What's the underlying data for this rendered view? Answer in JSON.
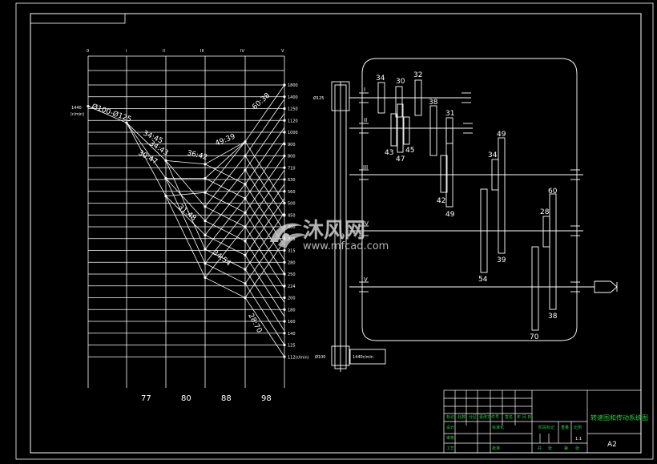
{
  "speed_chart": {
    "shaft_labels": [
      "0",
      "I",
      "II",
      "III",
      "IV",
      "V"
    ],
    "input_speed": "1440",
    "input_unit": "(r/min)",
    "pulley_ratio": "Ø100-Ø125",
    "speeds": [
      "1800",
      "1400",
      "1250",
      "1120",
      "1000",
      "900",
      "800",
      "710",
      "630",
      "560",
      "500",
      "450",
      "400",
      "355",
      "315",
      "280",
      "250",
      "224",
      "200",
      "180",
      "160",
      "140",
      "125",
      "112(r/min)"
    ],
    "ratio_labels": [
      "34:45",
      "36:42",
      "30:47",
      "34:43",
      "49:39",
      "60:38",
      "31:48",
      "34:54",
      "28:70"
    ],
    "bottom_values": [
      "77",
      "80",
      "88",
      "98"
    ]
  },
  "transmission": {
    "top_pulley": "Ø125",
    "bottom_pulley": "Ø100",
    "motor_label": "1440r/min",
    "shaft_labels": [
      "I",
      "II",
      "III",
      "IV",
      "V"
    ],
    "gears": [
      "34",
      "30",
      "32",
      "38",
      "31",
      "43",
      "47",
      "45",
      "49",
      "34",
      "42",
      "49",
      "60",
      "28",
      "54",
      "39",
      "70",
      "38"
    ]
  },
  "title_block": {
    "drawing_title": "转速图和传动系统图",
    "sheet_size": "A2",
    "cells": [
      "标记",
      "处数",
      "分区",
      "更改文件号",
      "签名",
      "年.月.日",
      "设计",
      "标准化",
      "阶段标记",
      "重量",
      "比例",
      "审核",
      "工艺",
      "批准",
      "共",
      "张",
      "第",
      "张",
      "1:1"
    ]
  },
  "watermark": {
    "brand": "沐风网",
    "url": "www.mfcad.com",
    "logo": "mfcad-logo-icon"
  }
}
